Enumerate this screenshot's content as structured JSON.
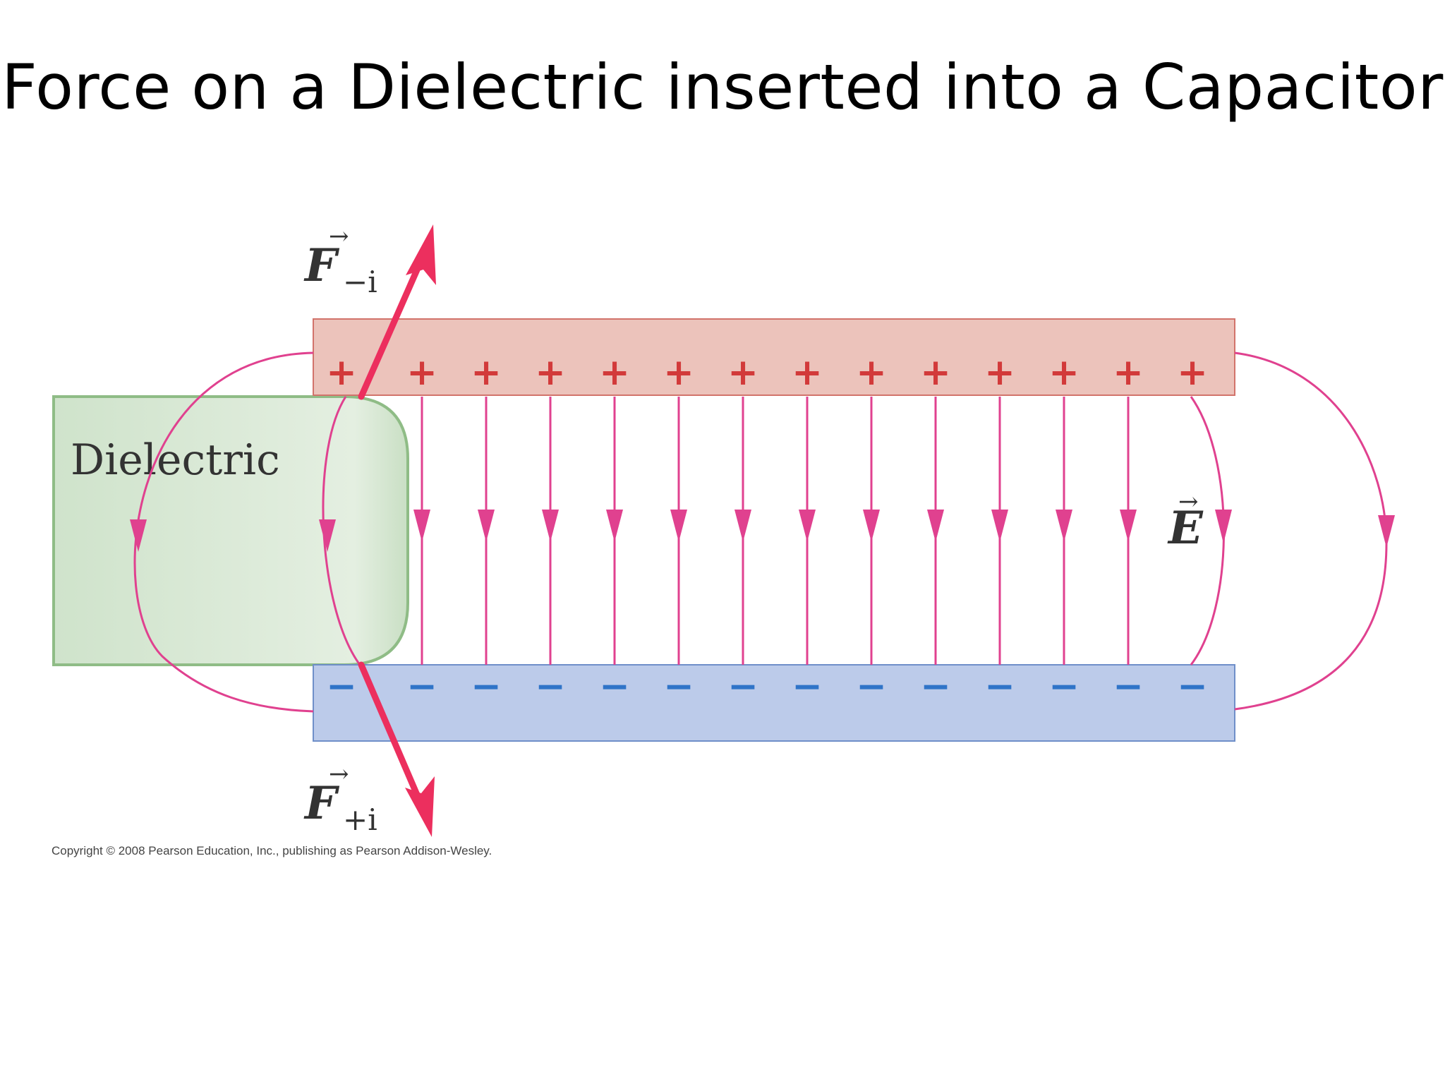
{
  "slide": {
    "title": "Force on a Dielectric inserted into a Capacitor"
  },
  "diagram": {
    "dielectric_label": "Dielectric",
    "force_top_symbol": "F",
    "force_top_subscript": "−i",
    "force_bottom_symbol": "F",
    "force_bottom_subscript": "+i",
    "field_symbol": "E",
    "positive_sign": "+",
    "negative_sign": "−",
    "colors": {
      "positive_plate": "#ecc3bb",
      "negative_plate": "#bccbea",
      "dielectric": "#d6e7d2",
      "field_lines": "#e0418f",
      "force_arrows": "#ec2f5e"
    }
  },
  "footer": {
    "copyright": "Copyright © 2008 Pearson Education, Inc., publishing as Pearson Addison-Wesley."
  }
}
